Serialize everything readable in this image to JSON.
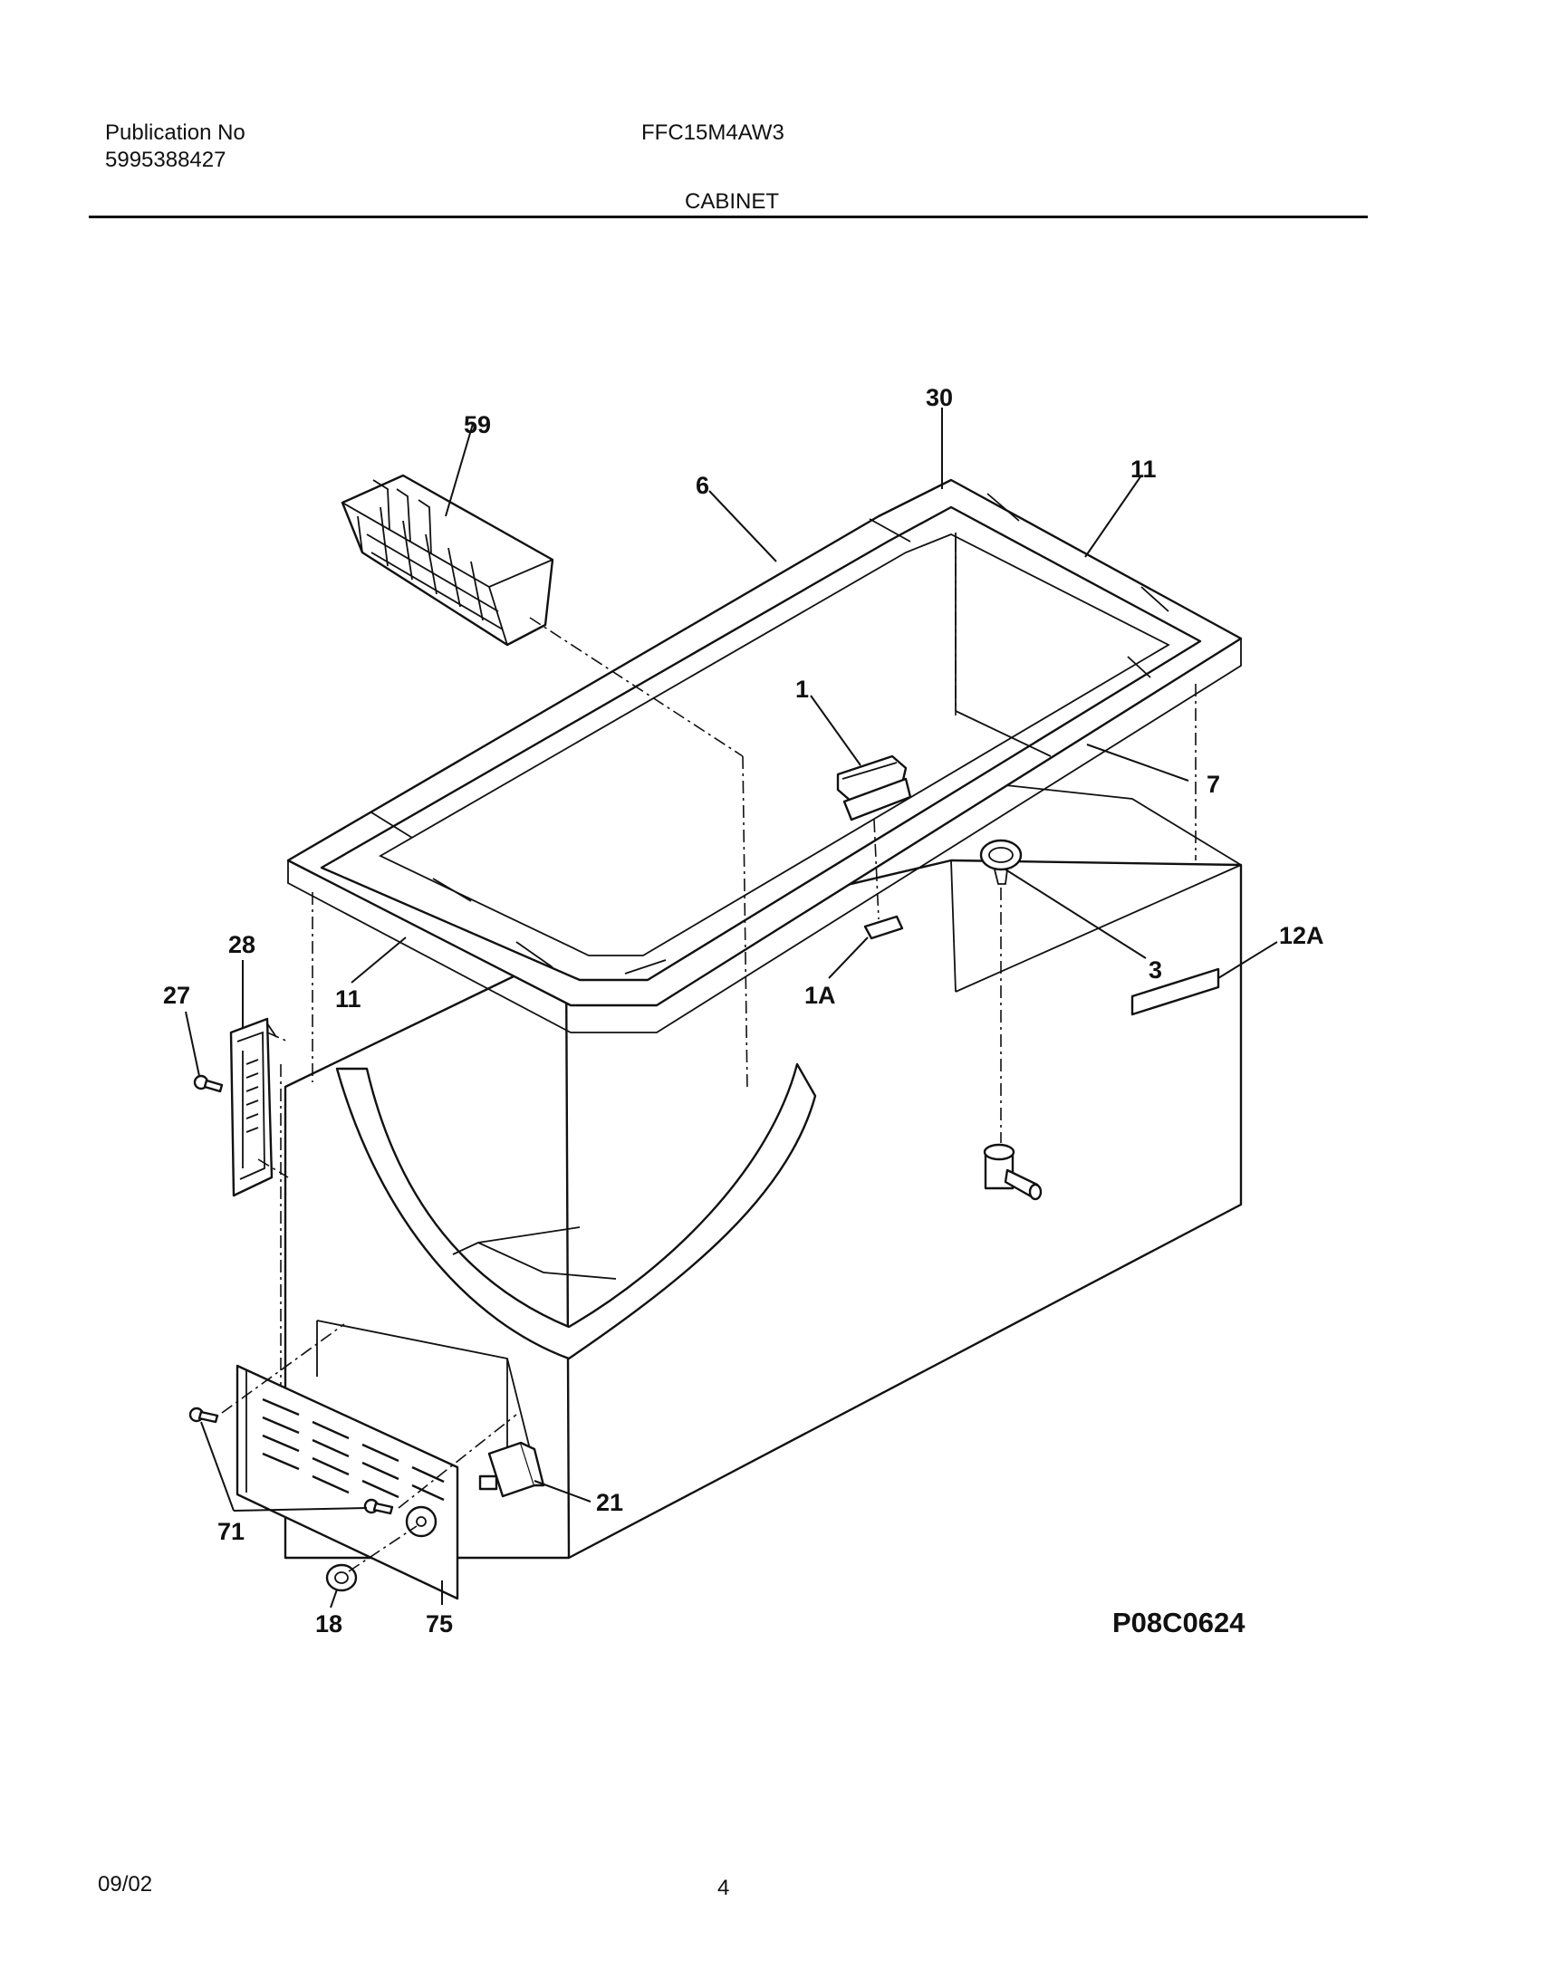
{
  "header": {
    "pub_label": "Publication No",
    "pub_number": "5995388427",
    "model": "FFC15M4AW3",
    "section": "CABINET"
  },
  "footer": {
    "date": "09/02",
    "page": "4"
  },
  "diagram": {
    "drawing_code": "P08C0624",
    "callouts": {
      "c30": "30",
      "c59": "59",
      "c6": "6",
      "c11_top": "11",
      "c1": "1",
      "c7": "7",
      "c28": "28",
      "c27": "27",
      "c11_left": "11",
      "c1A": "1A",
      "c3": "3",
      "c12A": "12A",
      "c21": "21",
      "c71": "71",
      "c18": "18",
      "c75": "75"
    }
  }
}
